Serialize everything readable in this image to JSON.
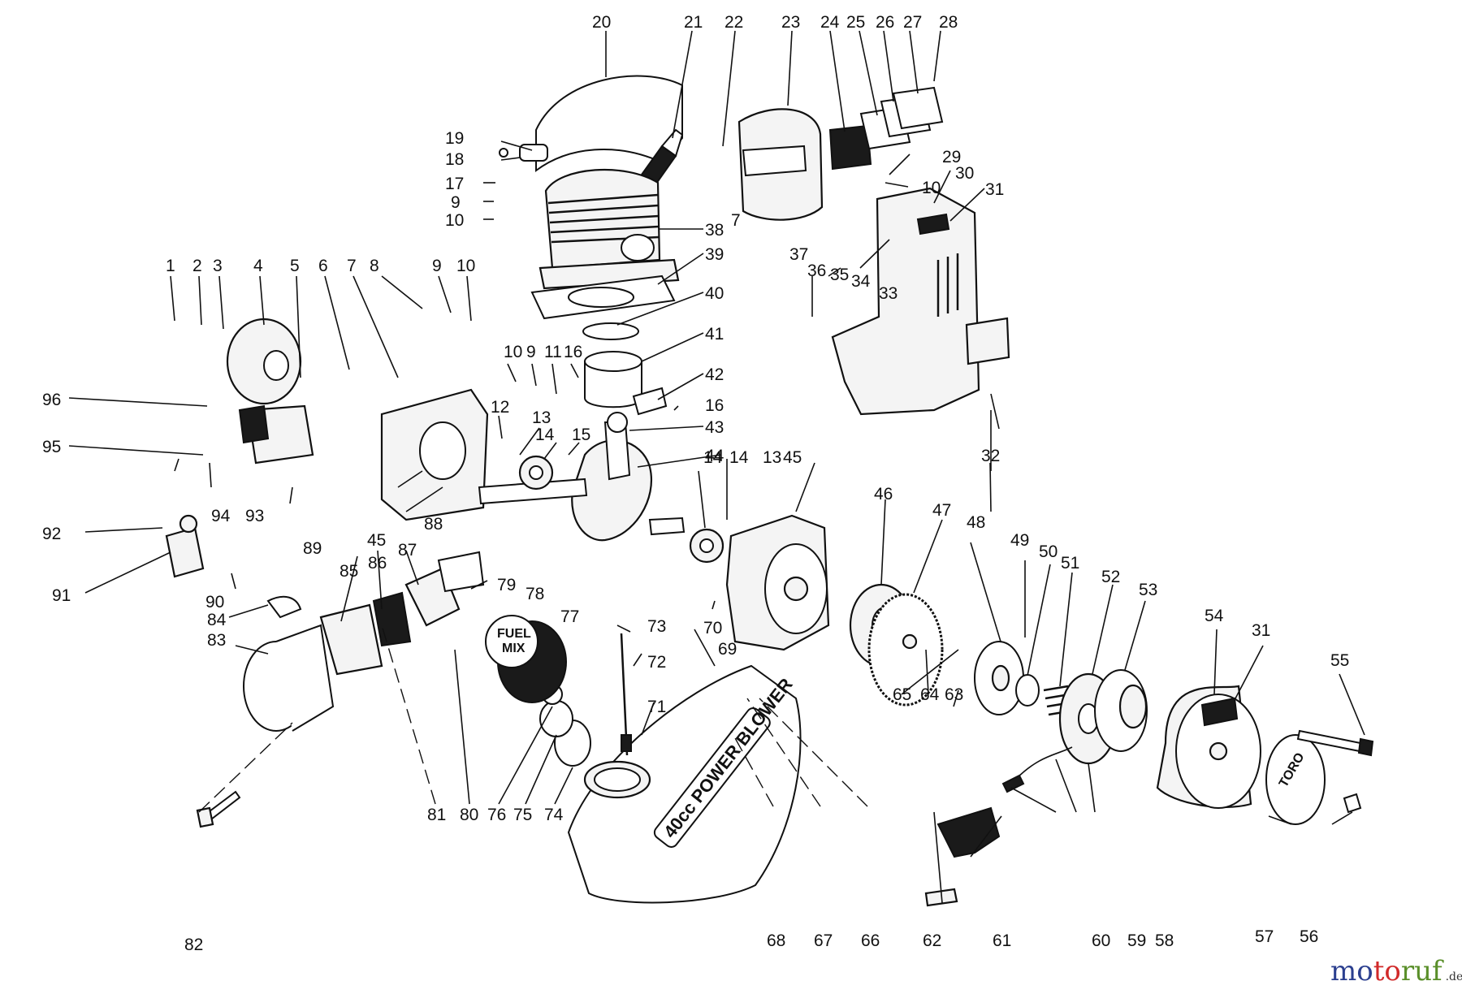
{
  "callouts": [
    "1",
    "2",
    "3",
    "4",
    "5",
    "6",
    "7",
    "8",
    "9",
    "10",
    "11",
    "12",
    "13",
    "14",
    "15",
    "16",
    "17",
    "18",
    "19",
    "20",
    "21",
    "22",
    "23",
    "24",
    "25",
    "26",
    "27",
    "28",
    "29",
    "30",
    "31",
    "32",
    "33",
    "34",
    "35",
    "36",
    "37",
    "38",
    "39",
    "40",
    "41",
    "42",
    "43",
    "44",
    "45",
    "46",
    "47",
    "48",
    "49",
    "50",
    "51",
    "52",
    "53",
    "54",
    "55",
    "56",
    "57",
    "58",
    "59",
    "60",
    "61",
    "62",
    "63",
    "64",
    "65",
    "66",
    "67",
    "68",
    "69",
    "70",
    "71",
    "72",
    "73",
    "74",
    "75",
    "76",
    "77",
    "78",
    "79",
    "80",
    "81",
    "82",
    "83",
    "84",
    "85",
    "86",
    "87",
    "88",
    "89",
    "90",
    "91",
    "92",
    "93",
    "94",
    "95",
    "96"
  ],
  "labels": {
    "tank": "40cc POWER BLOWER",
    "cap_line1": "FUEL",
    "cap_line2": "MIX",
    "starter_badge": "TORO"
  },
  "watermark": {
    "brand": "motoruf",
    "suffix": ".de",
    "colors": {
      "mo": "#2b3f8f",
      "to": "#d12a2a",
      "ruf": "#5a8f2a"
    }
  }
}
